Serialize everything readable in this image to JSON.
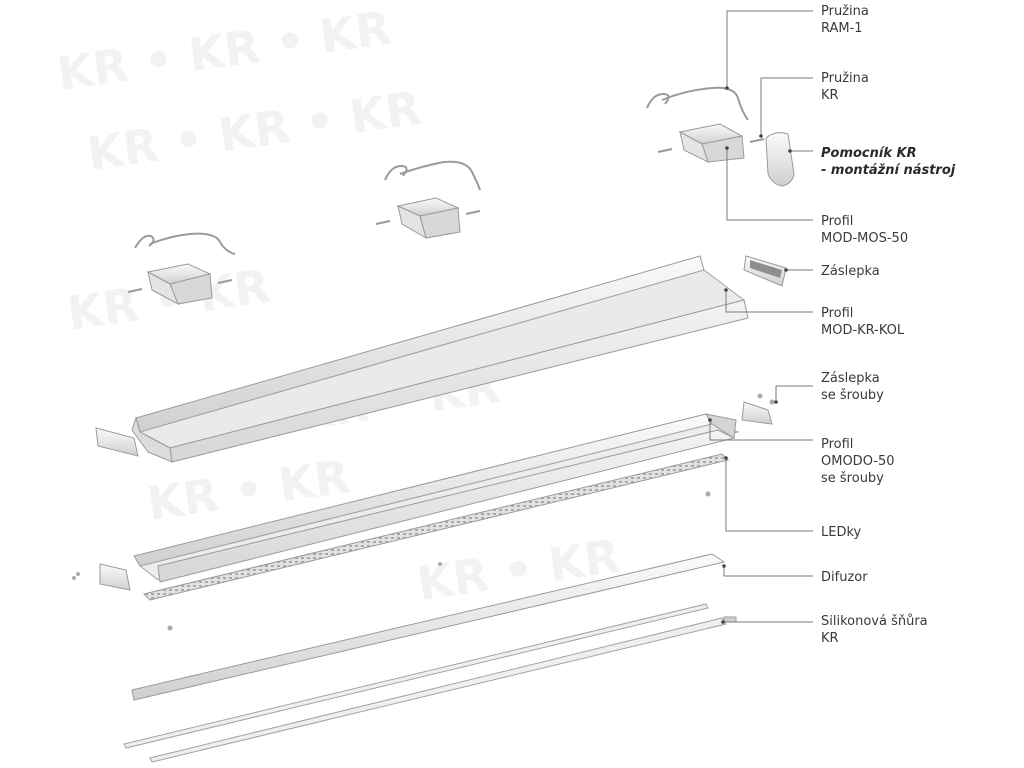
{
  "labels": {
    "spring_ram": "Pružina\nRAM-1",
    "spring_kr": "Pružina\nKR",
    "tool": "Pomocník KR\n- montážní nástroj",
    "profile_mos": "Profil\nMOD-MOS-50",
    "endcap": "Záslepka",
    "profile_kol": "Profil\nMOD-KR-KOL",
    "endcap_screws": "Záslepka\nse šrouby",
    "profile_omodo": "Profil\nOMODO-50\nse šrouby",
    "leds": "LEDky",
    "diffuser": "Difuzor",
    "cord": "Silikonová šňůra\nKR"
  },
  "colors": {
    "leader": "#7a7a7a",
    "part_fill": "#e9e9e9",
    "part_stroke": "#9a9a9a",
    "watermark": "#f1f1f1"
  }
}
